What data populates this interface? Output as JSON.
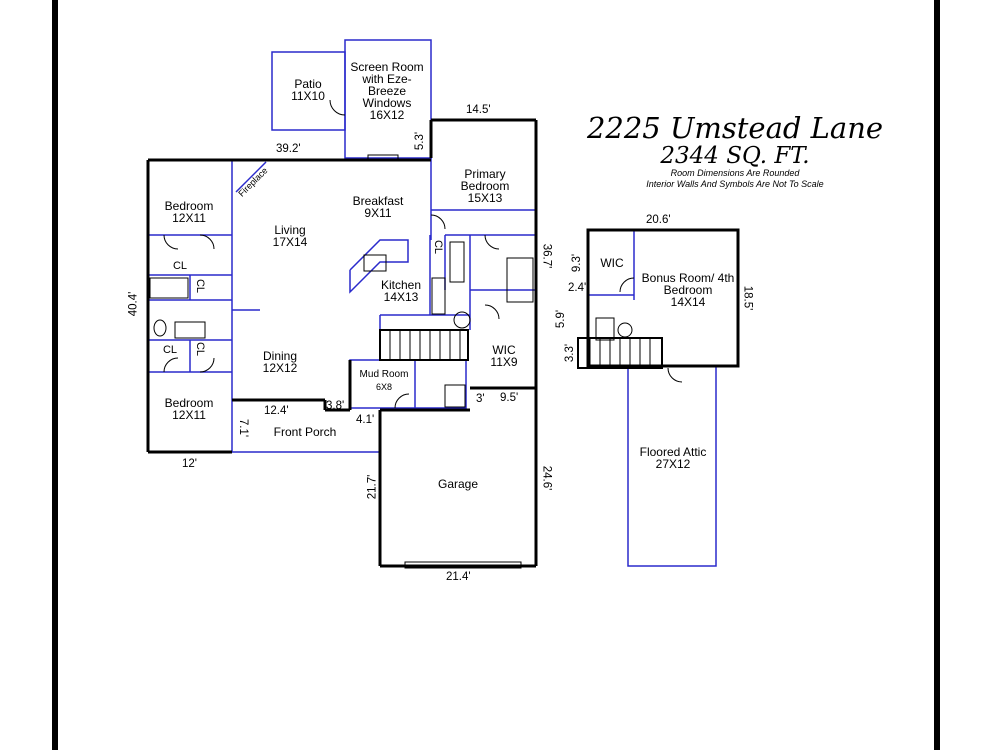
{
  "title": {
    "address": "2225 Umstead Lane",
    "area": "2344 SQ. FT.",
    "note1": "Room Dimensions Are Rounded",
    "note2": "Interior Walls And Symbols Are Not To Scale"
  },
  "rooms": {
    "patio": {
      "name": "Patio",
      "size": "11X10"
    },
    "screen_room": {
      "name": "Screen Room with Eze-Breeze Windows",
      "size": "16X12"
    },
    "bedroom_top": {
      "name": "Bedroom",
      "size": "12X11"
    },
    "bedroom_bottom": {
      "name": "Bedroom",
      "size": "12X11"
    },
    "living": {
      "name": "Living",
      "size": "17X14"
    },
    "breakfast": {
      "name": "Breakfast",
      "size": "9X11"
    },
    "primary_bedroom": {
      "name": "Primary Bedroom",
      "size": "15X13"
    },
    "kitchen": {
      "name": "Kitchen",
      "size": "14X13"
    },
    "dining": {
      "name": "Dining",
      "size": "12X12"
    },
    "mud_room": {
      "name": "Mud Room",
      "size": "6X8"
    },
    "wic_main": {
      "name": "WIC",
      "size": "11X9"
    },
    "front_porch": {
      "name": "Front Porch"
    },
    "garage": {
      "name": "Garage"
    },
    "fireplace": {
      "name": "Fireplace"
    },
    "closets": [
      "CL",
      "CL",
      "CL",
      "CL",
      "CL"
    ],
    "wic_upper": {
      "name": "WIC"
    },
    "bonus_room": {
      "name": "Bonus Room/ 4th Bedroom",
      "size": "14X14"
    },
    "floored_attic": {
      "name": "Floored Attic",
      "size": "27X12"
    }
  },
  "dimensions": {
    "d_14_5": "14.5'",
    "d_5_3": "5.3'",
    "d_39_2": "39.2'",
    "d_40_4": "40.4'",
    "d_36_7": "36.7'",
    "d_12": "12'",
    "d_12_4": "12.4'",
    "d_3_8": "3.8'",
    "d_4_1": "4.1'",
    "d_7_1": "7.1'",
    "d_3": "3'",
    "d_9_5": "9.5'",
    "d_21_7": "21.7'",
    "d_24_6": "24.6'",
    "d_21_4": "21.4'",
    "d_20_6": "20.6'",
    "d_9_3": "9.3'",
    "d_2_4": "2.4'",
    "d_5_9": "5.9'",
    "d_3_3": "3.3'",
    "d_18_5": "18.5'"
  },
  "colors": {
    "wall": "#000000",
    "interior": "#2a2acc",
    "background": "#ffffff"
  }
}
